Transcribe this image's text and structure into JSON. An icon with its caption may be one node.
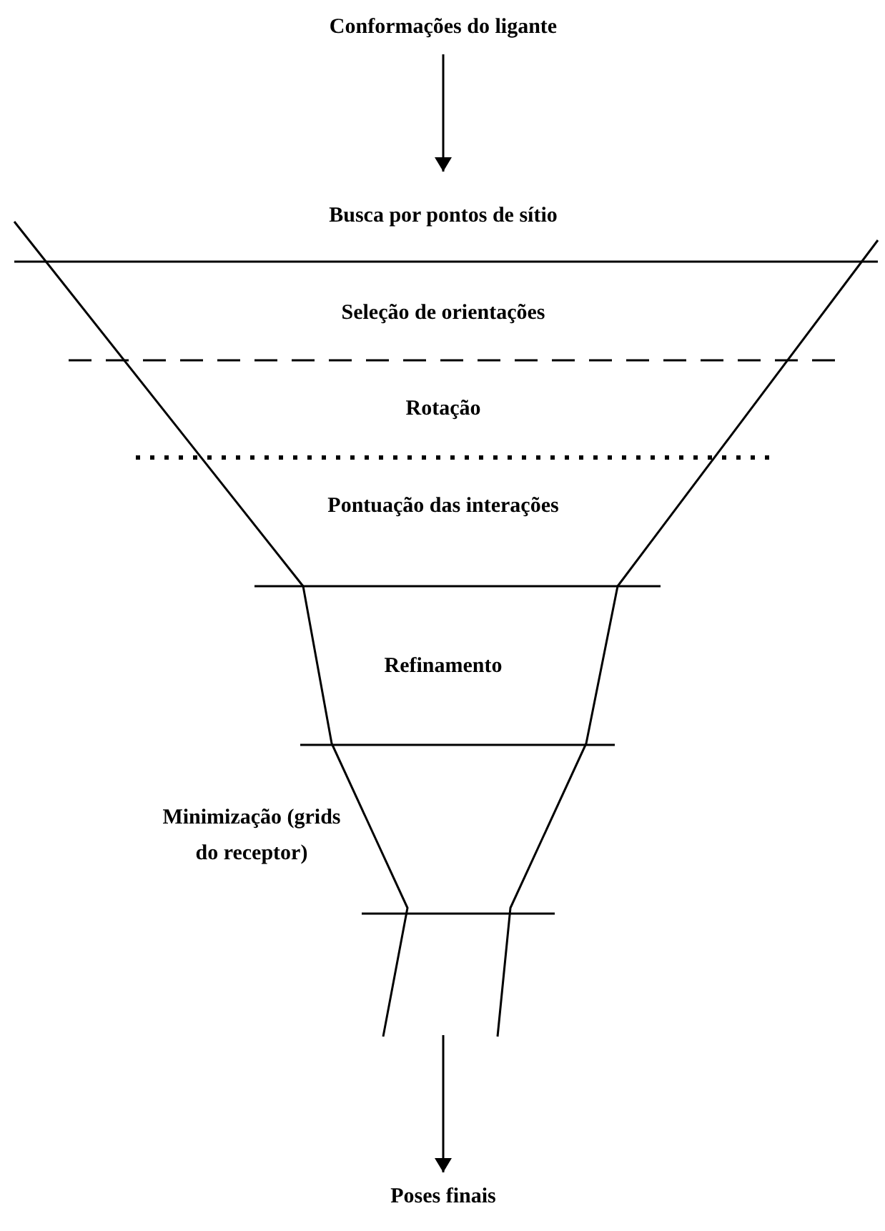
{
  "diagram": {
    "nodes": [
      {
        "text": [
          "Conformações do ligante"
        ]
      },
      {
        "text": [],
        "shape": "funnel"
      },
      {
        "text": [
          "Poses finais"
        ]
      }
    ],
    "edges": [
      {
        "from": 0,
        "to": 1,
        "arrow": "to"
      },
      {
        "from": 1,
        "to": 2,
        "arrow": "to"
      }
    ],
    "labels": [
      "Busca por pontos de sítio",
      "Seleção de orientações",
      "Rotação",
      "Pontuação das interações",
      "Refinamento",
      "Minimização (grids do receptor)"
    ]
  }
}
